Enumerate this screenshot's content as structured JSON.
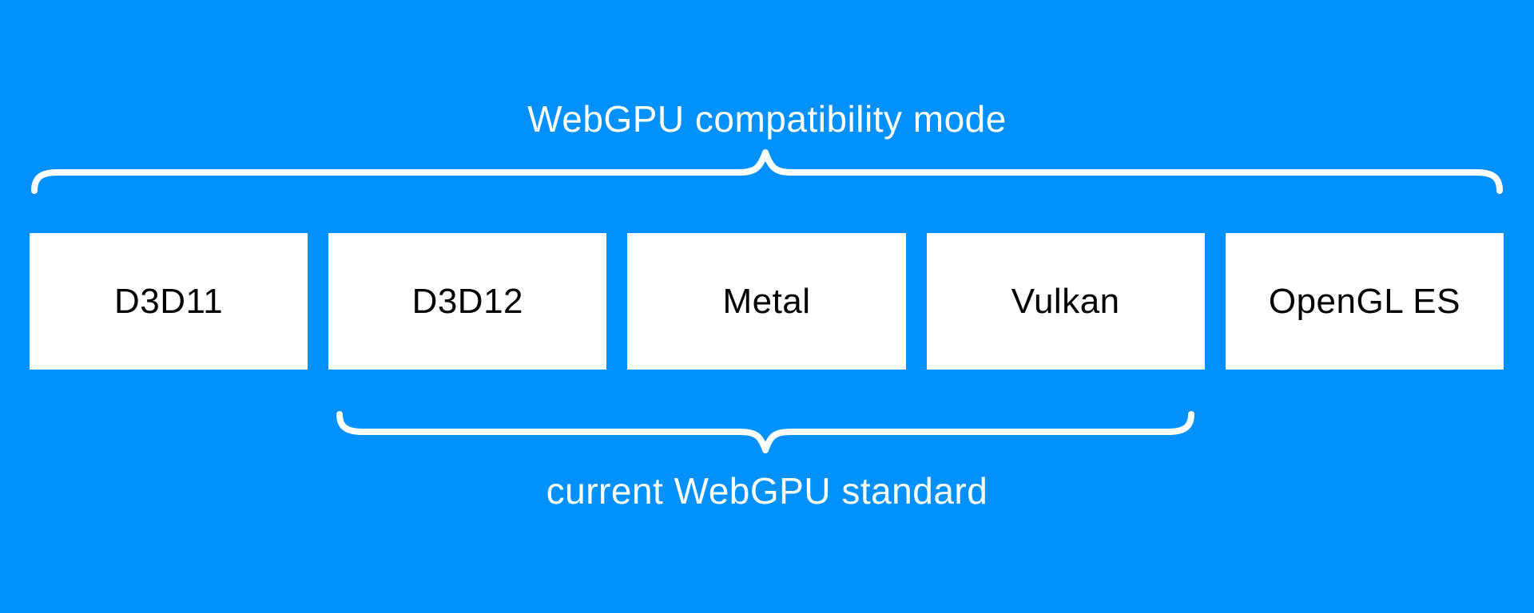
{
  "diagram": {
    "top_label": "WebGPU compatibility mode",
    "bottom_label": "current WebGPU standard",
    "boxes": [
      {
        "id": "d3d11",
        "label": "D3D11"
      },
      {
        "id": "d3d12",
        "label": "D3D12"
      },
      {
        "id": "metal",
        "label": "Metal"
      },
      {
        "id": "vulkan",
        "label": "Vulkan"
      },
      {
        "id": "opengl-es",
        "label": "OpenGL ES"
      }
    ],
    "top_brace_spans": [
      "D3D11",
      "D3D12",
      "Metal",
      "Vulkan",
      "OpenGL ES"
    ],
    "bottom_brace_spans": [
      "D3D12",
      "Metal",
      "Vulkan"
    ]
  },
  "colors": {
    "background": "#0191ff",
    "box_background": "#ffffff",
    "box_text": "#000000",
    "label_text": "#ffffff",
    "brace": "#ffffff"
  }
}
